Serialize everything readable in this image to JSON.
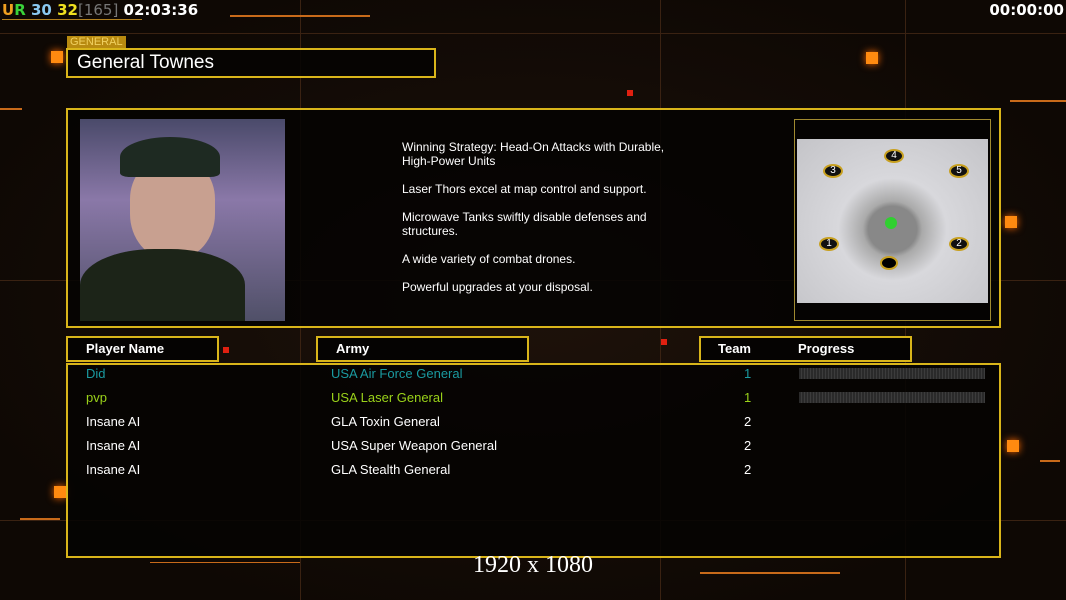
{
  "hud": {
    "ur_u": "U",
    "ur_r": "R",
    "fps": "30",
    "value": "32",
    "bracket": "[165]",
    "clock": "02:03:36",
    "game_time": "00:00:00"
  },
  "general": {
    "tag": "GENERAL",
    "name": "General Townes"
  },
  "strategy": [
    "Winning Strategy: Head-On Attacks with Durable,\n High-Power Units",
    "Laser Thors excel at map control and support.",
    "Microwave Tanks swiftly disable defenses and\n structures.",
    "A wide variety of combat drones.",
    "Powerful upgrades at your disposal."
  ],
  "map": {
    "slots": [
      "1",
      "2",
      "3",
      "4",
      "5"
    ]
  },
  "headers": {
    "player": "Player Name",
    "army": "Army",
    "team": "Team",
    "progress": "Progress"
  },
  "players": [
    {
      "name": "Did",
      "army": "USA Air Force General",
      "team": "1",
      "color": "#1a9aa0",
      "progress": 0
    },
    {
      "name": "pvp",
      "army": "USA Laser General",
      "team": "1",
      "color": "#9ad21a",
      "progress": 0
    },
    {
      "name": "Insane AI",
      "army": "GLA Toxin General",
      "team": "2",
      "color": "#ffffff"
    },
    {
      "name": "Insane AI",
      "army": "USA Super Weapon General",
      "team": "2",
      "color": "#ffffff"
    },
    {
      "name": "Insane AI",
      "army": "GLA Stealth General",
      "team": "2",
      "color": "#ffffff"
    }
  ],
  "resolution": "1920 x 1080"
}
